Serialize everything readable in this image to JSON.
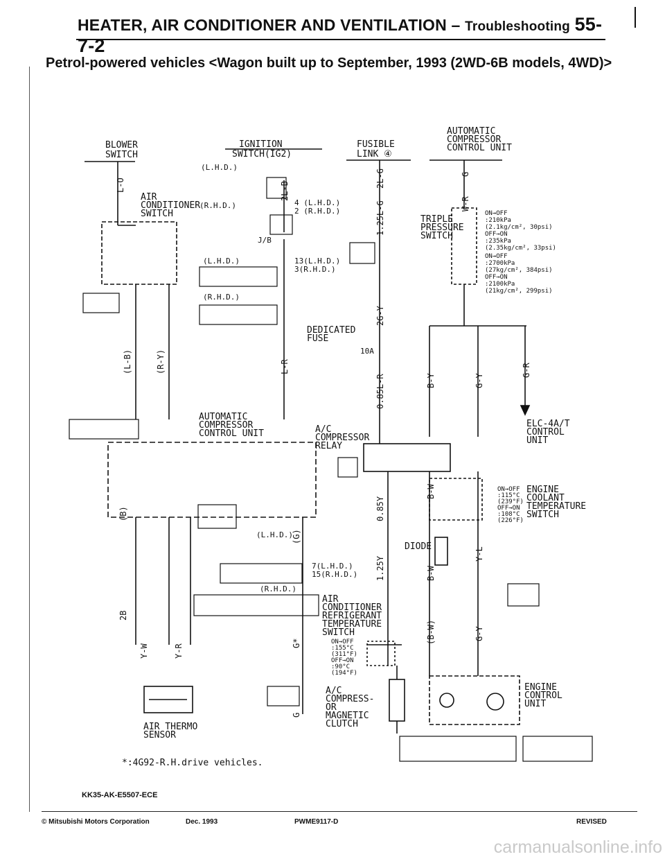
{
  "header": {
    "title": "HEATER, AIR CONDITIONER AND VENTILATION",
    "dash": " – ",
    "section": "Troubleshooting",
    "page": "55-7-2"
  },
  "subtitle": "Petrol-powered vehicles <Wagon built up to September, 1993 (2WD-6B models, 4WD)>",
  "components": {
    "blower_switch": "BLOWER SWITCH",
    "ignition_switch": "IGNITION SWITCH(IG2)",
    "fusible_link": "FUSIBLE LINK ④",
    "auto_comp_ctrl_top": "AUTOMATIC COMPRESSOR CONTROL UNIT",
    "ac_switch": "AIR CONDITIONER SWITCH",
    "triple_pressure": "TRIPLE PRESSURE SWITCH",
    "dedicated_fuse": "DEDICATED FUSE",
    "auto_comp_ctrl_mid": "AUTOMATIC COMPRESSOR CONTROL UNIT",
    "ac_relay": "A/C COMPRESSOR RELAY",
    "elc_unit": "ELC-4A/T CONTROL UNIT",
    "eng_coolant_sw": "ENGINE COOLANT TEMPERATURE SWITCH",
    "diode": "DIODE",
    "refrig_temp_sw": "AIR CONDITIONER REFRIGERANT TEMPERATURE SWITCH",
    "air_thermo": "AIR THERMO SENSOR",
    "mag_clutch": "A/C COMPRESSOR MAGNETIC CLUTCH",
    "engine_ctrl": "ENGINE CONTROL UNIT"
  },
  "wires": [
    "L-O",
    "2L-B",
    "2L-G",
    "G",
    "W-R",
    "1.25L-G",
    "2G-Y",
    "0.85L-R",
    "L-R",
    "B-Y",
    "G-Y",
    "G-R",
    "(L-B)",
    "(R-Y)",
    "0.85Y",
    "B-W",
    "1.25Y",
    "Y-L",
    "(B-W)",
    "(B)",
    "2B",
    "Y-W",
    "Y-R",
    "(G)",
    "G*"
  ],
  "notes": {
    "triple_spec": "ON→OFF :210kPa (2.1kg/cm², 30psi) OFF→ON :235kPa (2.35kg/cm², 33psi) ON→OFF :2700kPa (27kg/cm², 384psi) OFF→ON :2100kPa (21kg/cm², 299psi)",
    "coolant_spec": "ON→OFF :115°C (239°F) OFF→ON :108°C (226°F)",
    "refrig_spec": "ON→OFF :155°C (311°F) OFF→ON :90°C (194°F)",
    "lhd": "(L.H.D.)",
    "rhd": "(R.H.D.)"
  },
  "footnote": "*:4G92-R.H.drive vehicles.",
  "diagram_code": "KK35-AK-E5507-ECE",
  "footer": {
    "copyright": "© Mitsubishi Motors Corporation",
    "date": "Dec. 1993",
    "doc": "PWME9117-D",
    "status": "REVISED"
  },
  "watermark": "carmanualsonline.info"
}
